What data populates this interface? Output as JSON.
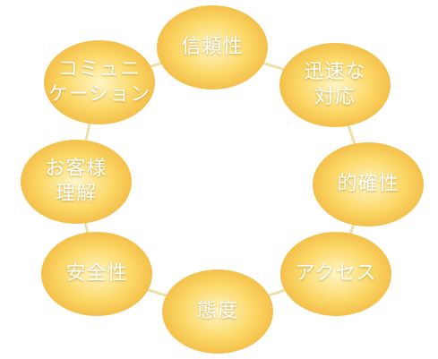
{
  "diagram": {
    "connector_color": "#EEDFA8",
    "fill_light": "#FFF6C4",
    "fill_mid": "#FBD766",
    "fill_dark": "#F0B23A",
    "nodes": [
      {
        "id": "trust",
        "label": "信頼性"
      },
      {
        "id": "speed",
        "label": "迅速な\n対応"
      },
      {
        "id": "accuracy",
        "label": "的確性"
      },
      {
        "id": "access",
        "label": "アクセス"
      },
      {
        "id": "attitude",
        "label": "態度"
      },
      {
        "id": "safety",
        "label": "安全性"
      },
      {
        "id": "customer",
        "label": "お客様\n理解"
      },
      {
        "id": "communication",
        "label": "コミュニ\nケーション"
      }
    ]
  }
}
